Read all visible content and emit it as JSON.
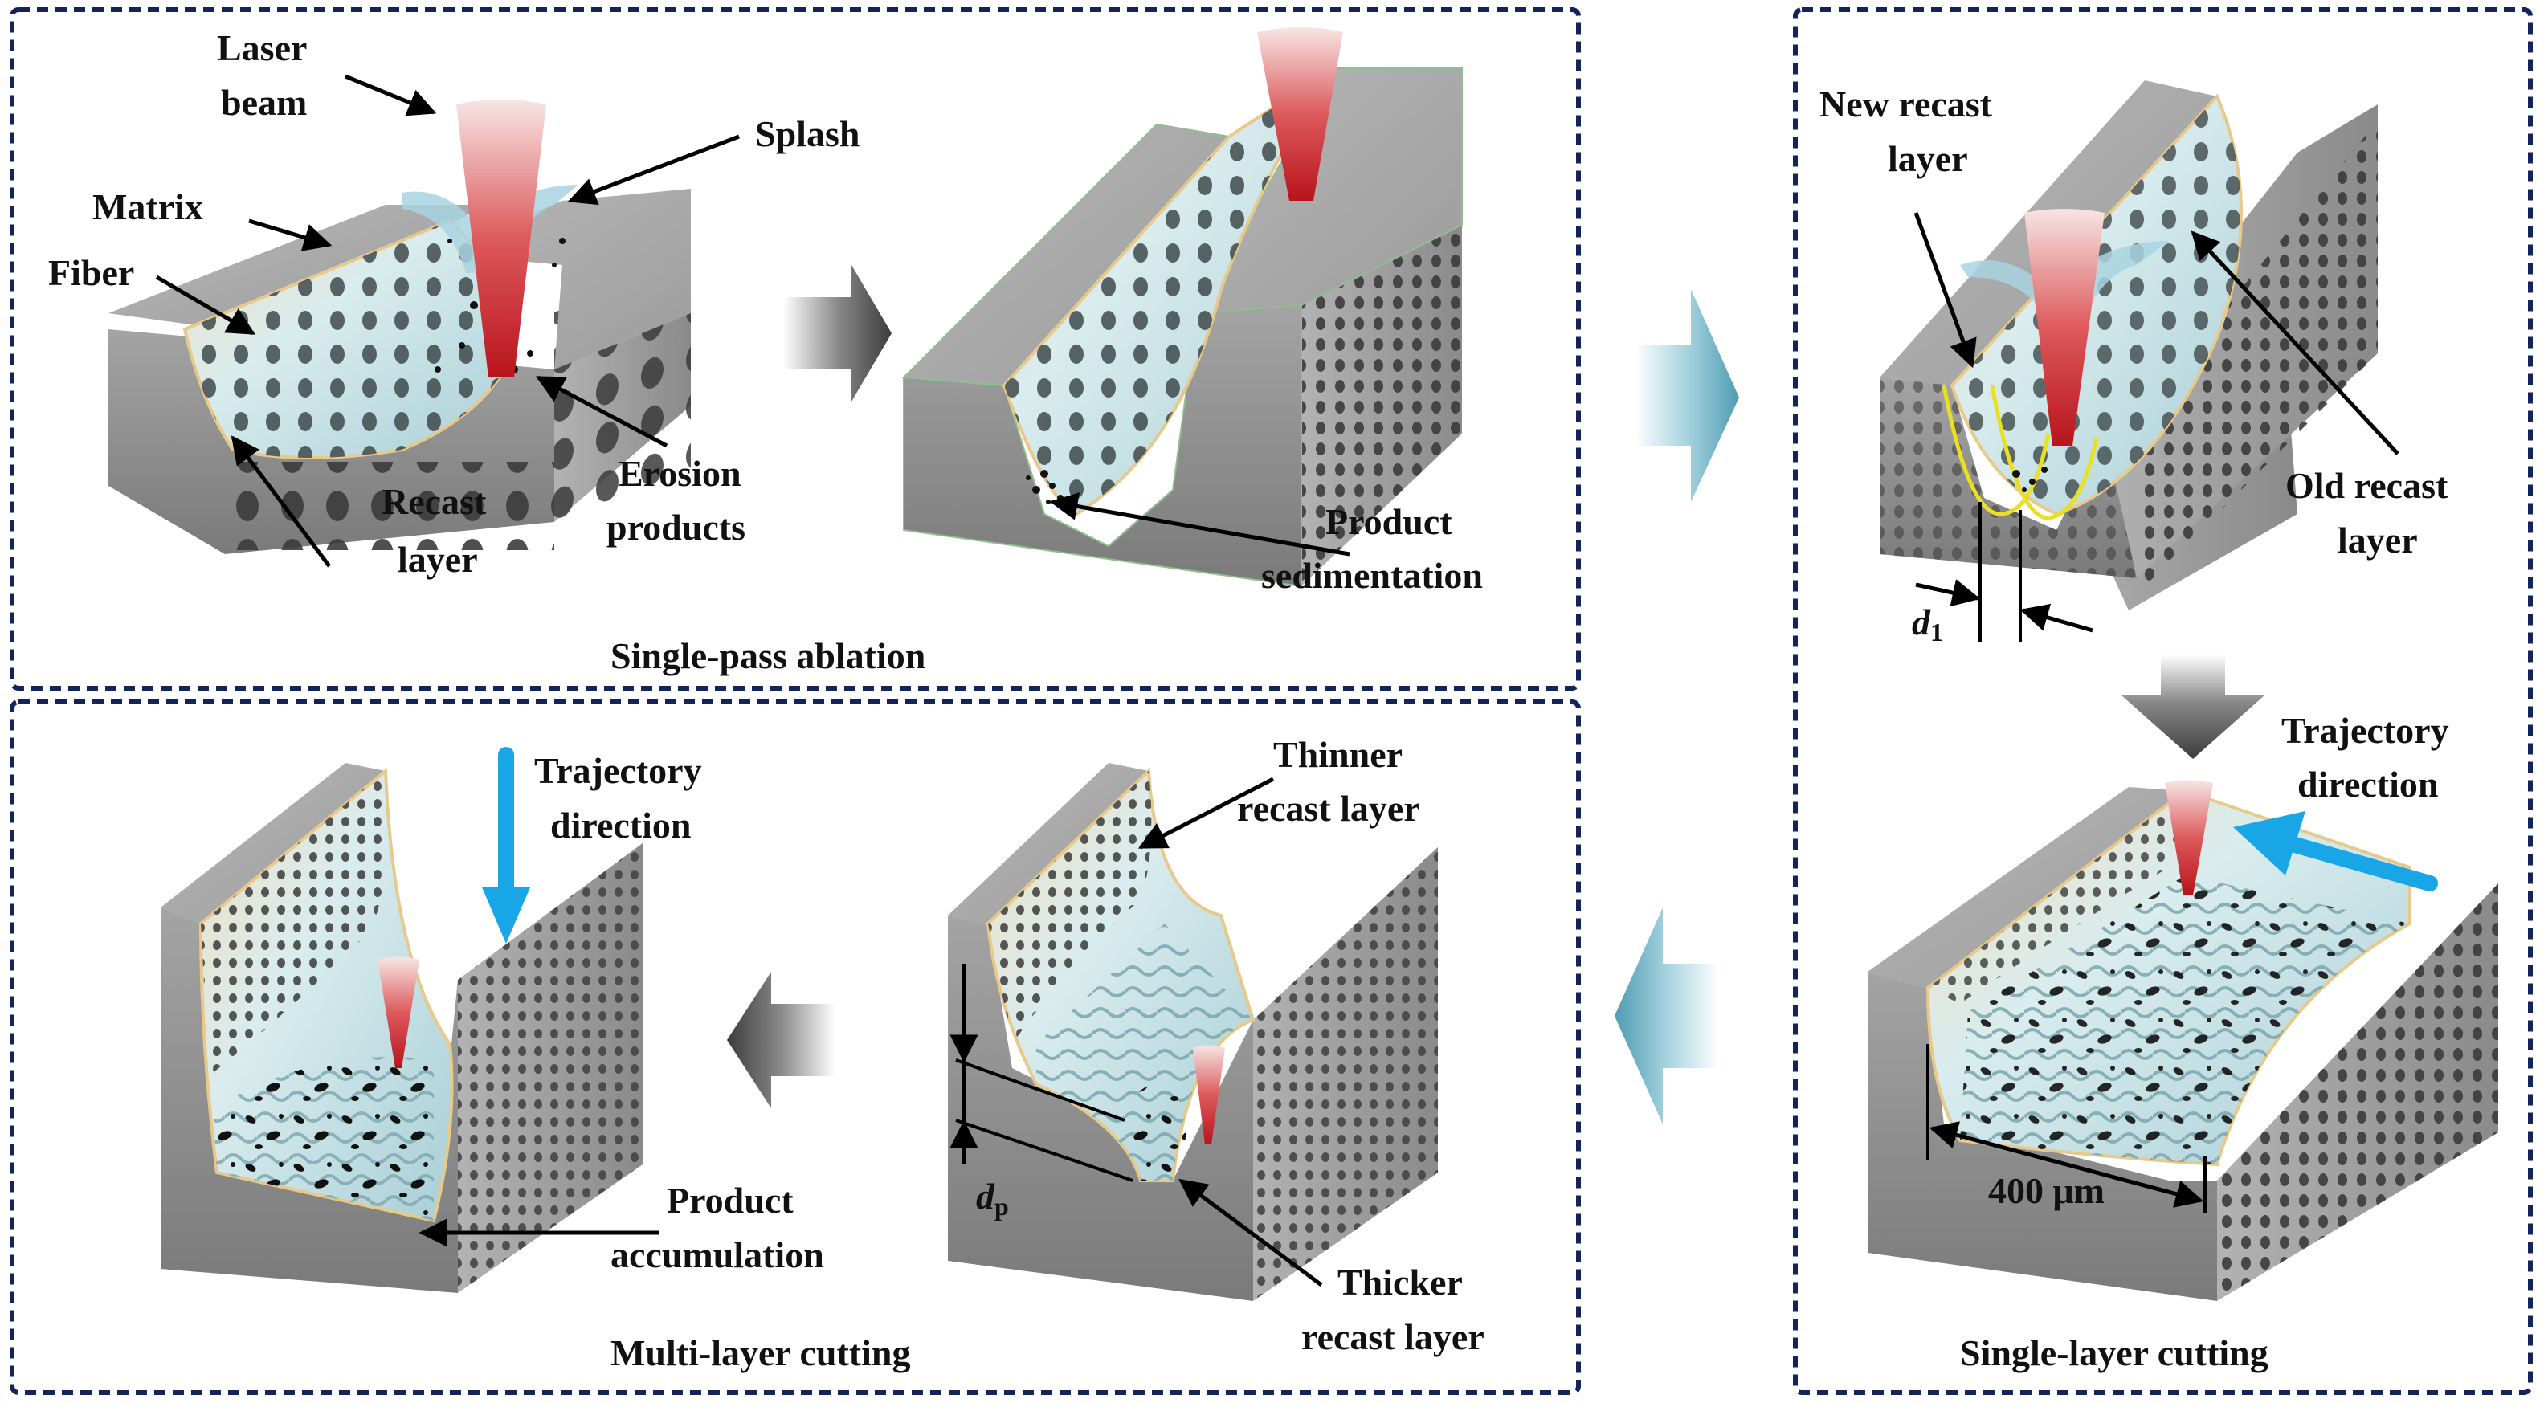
{
  "panels": {
    "single_pass": {
      "title": "Single-pass ablation",
      "labels": {
        "laser_beam_1": "Laser",
        "laser_beam_2": "beam",
        "splash": "Splash",
        "matrix": "Matrix",
        "fiber": "Fiber",
        "erosion_1": "Erosion",
        "erosion_2": "products",
        "recast_1": "Recast",
        "recast_2": "layer",
        "product_sed_1": "Product",
        "product_sed_2": "sedimentation"
      }
    },
    "single_layer": {
      "title": "Single-layer cutting",
      "labels": {
        "new_recast_1": "New recast",
        "new_recast_2": "layer",
        "old_recast_1": "Old recast",
        "old_recast_2": "layer",
        "d1_main": "d",
        "d1_sub": "1",
        "traj_1": "Trajectory",
        "traj_2": "direction",
        "width": "400 μm"
      }
    },
    "multi_layer": {
      "title": "Multi-layer cutting",
      "labels": {
        "traj_1": "Trajectory",
        "traj_2": "direction",
        "accum_1": "Product",
        "accum_2": "accumulation",
        "thinner_1": "Thinner",
        "thinner_2": "recast layer",
        "thicker_1": "Thicker",
        "thicker_2": "recast layer",
        "dp_main": "d",
        "dp_sub": "p"
      }
    }
  },
  "colors": {
    "frame": "#13245a",
    "block_top": "#a9a9a9",
    "block_front": "#8c8c8c",
    "block_side": "#9a9a9a",
    "hole": "#3a3a3a",
    "recast": "#cfe4e8",
    "recast_edge": "#e8c98c",
    "laser": "#c0262b",
    "flow_arrow": "#5fa8bd",
    "trajectory_arrow": "#19a6e6",
    "yellow_outline": "#e8e020"
  },
  "icons": [
    "dark-chevron-arrow-icon",
    "blue-chevron-arrow-icon",
    "laser-cone-icon"
  ]
}
